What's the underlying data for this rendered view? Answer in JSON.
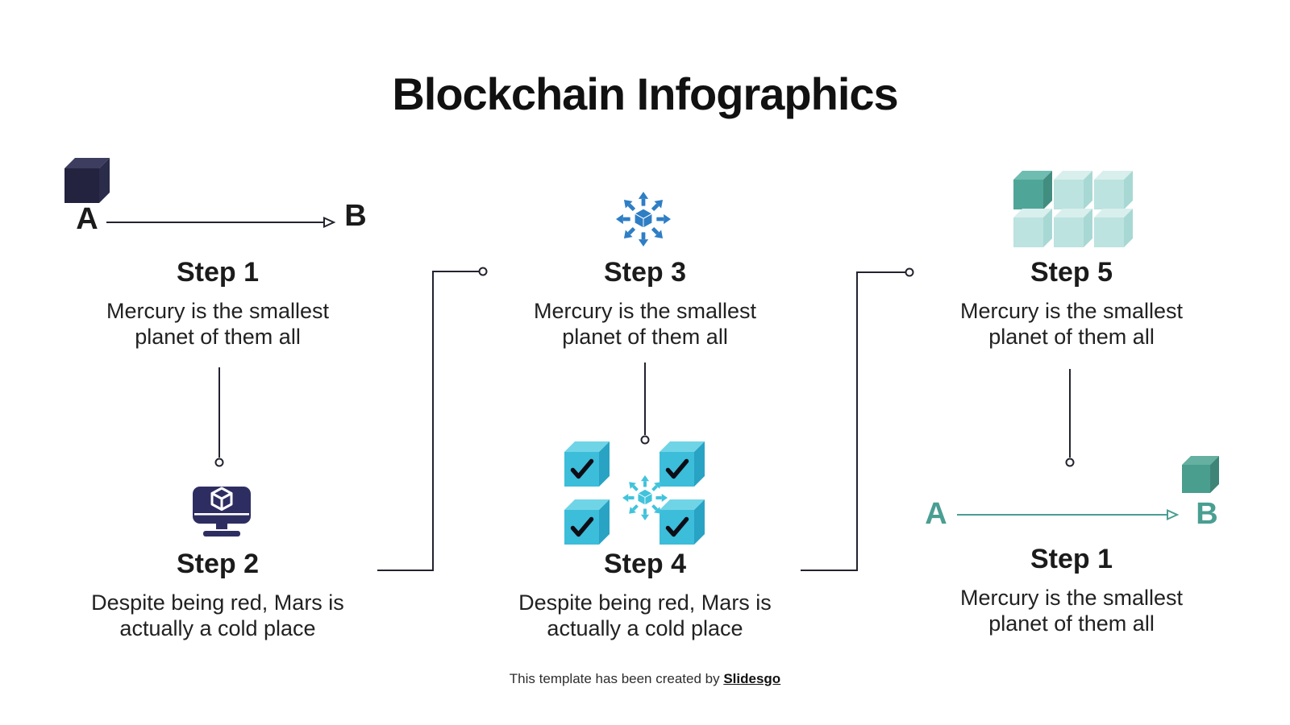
{
  "slide": {
    "title": "Blockchain Infographics",
    "footer": {
      "text": "This template has been created by ",
      "brand": "Slidesgo"
    }
  },
  "labels": {
    "a": "A",
    "b": "B"
  },
  "steps": [
    {
      "title": "Step 1",
      "desc1": "Mercury is the smallest",
      "desc2": "planet of them all",
      "icon": "cube-a-to-b-dark"
    },
    {
      "title": "Step 2",
      "desc1": "Despite being red, Mars is",
      "desc2": "actually a cold place",
      "icon": "monitor-blockchain"
    },
    {
      "title": "Step 3",
      "desc1": "Mercury is the smallest",
      "desc2": "planet of them all",
      "icon": "decentralized-network"
    },
    {
      "title": "Step 4",
      "desc1": "Despite being red, Mars is",
      "desc2": "actually a cold place",
      "icon": "checked-cubes-network"
    },
    {
      "title": "Step 5",
      "desc1": "Mercury is the smallest",
      "desc2": "planet of them all",
      "icon": "cube-grid"
    },
    {
      "title": "Step 1",
      "desc1": "Mercury is the smallest",
      "desc2": "planet of them all",
      "icon": "cube-a-to-b-teal"
    }
  ],
  "colors": {
    "text": "#1e1e1e",
    "connector": "#23232f",
    "navy_cube_front": "#23233f",
    "navy_cube_top": "#3d3d60",
    "navy_cube_right": "#2b2b4a",
    "monitor_navy": "#2e2d62",
    "network_blue": "#2e7ec5",
    "cyan_front": "#3cbdda",
    "cyan_top": "#70d4e7",
    "cyan_right": "#28a3c4",
    "cyan_network": "#41c3dc",
    "teal_accent": "#4a9e92",
    "teal_cube_front": "#4a9e8e",
    "teal_cube_top": "#65b0a1",
    "teal_cube_right": "#3e8578",
    "mint_front": "#bce3df",
    "mint_top": "#d8efed",
    "mint_right": "#a8d8d3",
    "grid_dark_front": "#4fa698",
    "grid_dark_top": "#6fbcb0",
    "grid_dark_right": "#418d80"
  }
}
